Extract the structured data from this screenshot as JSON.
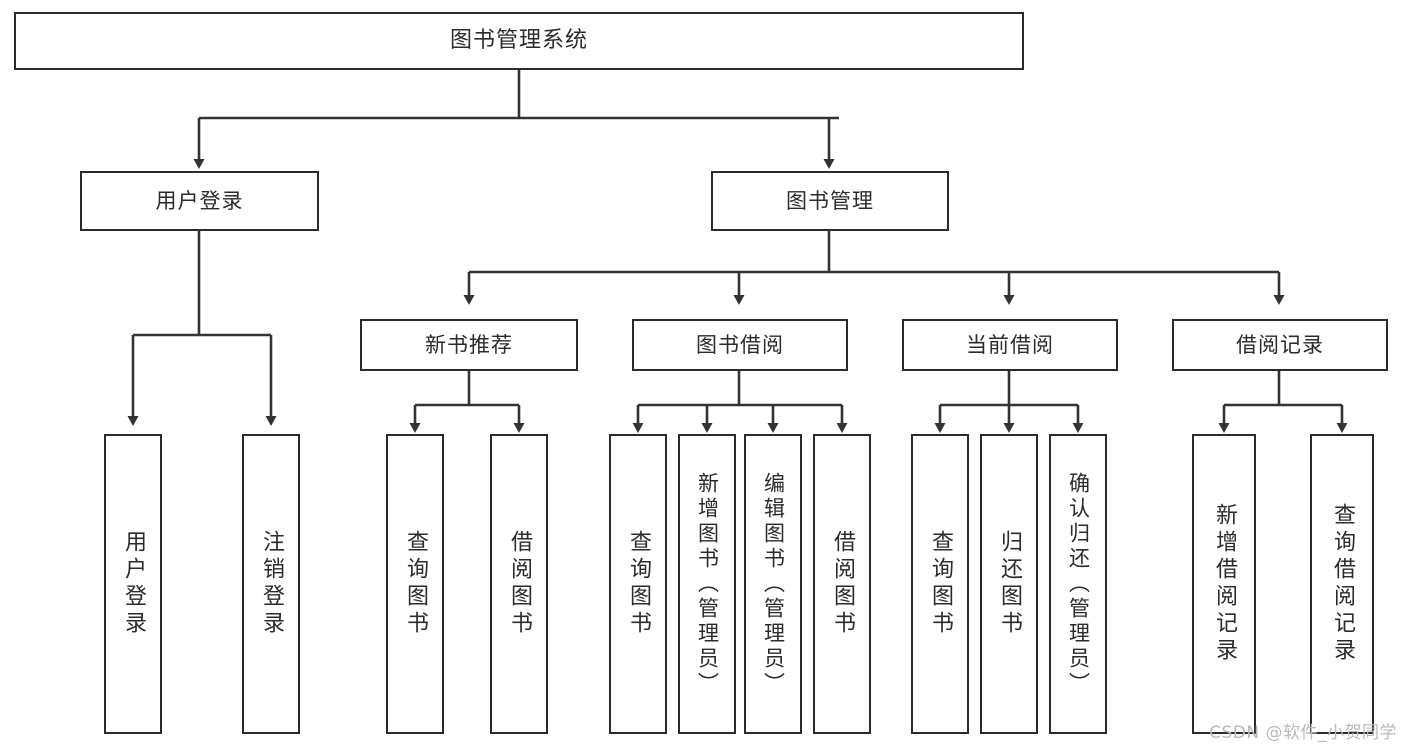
{
  "diagram": {
    "type": "tree",
    "title": "图书管理系统",
    "watermark": "CSDN @软件_小贺同学",
    "colors": {
      "box_border": "#2b2b2b",
      "box_fill": "#ffffff",
      "connector": "#333333",
      "background": "#ffffff",
      "watermark": "#b9b9b9"
    },
    "root": {
      "label": "图书管理系统"
    },
    "level1": [
      {
        "id": "user-login",
        "label": "用户登录"
      },
      {
        "id": "book-manage",
        "label": "图书管理"
      }
    ],
    "level2": [
      {
        "id": "new-book-recommend",
        "label": "新书推荐",
        "parent": "book-manage"
      },
      {
        "id": "book-borrow",
        "label": "图书借阅",
        "parent": "book-manage"
      },
      {
        "id": "current-borrow",
        "label": "当前借阅",
        "parent": "book-manage"
      },
      {
        "id": "borrow-record",
        "label": "借阅记录",
        "parent": "book-manage"
      }
    ],
    "leaves": {
      "user_login": [
        {
          "id": "leaf-user-login",
          "label": "用户登录"
        },
        {
          "id": "leaf-logout",
          "label": "注销登录"
        }
      ],
      "new_book_recommend": [
        {
          "id": "leaf-query-book-1",
          "label": "查询图书"
        },
        {
          "id": "leaf-borrow-book-1",
          "label": "借阅图书"
        }
      ],
      "book_borrow": [
        {
          "id": "leaf-query-book-2",
          "label": "查询图书"
        },
        {
          "id": "leaf-add-book",
          "label": "新增图书（管理员）"
        },
        {
          "id": "leaf-edit-book",
          "label": "编辑图书（管理员）"
        },
        {
          "id": "leaf-borrow-book-2",
          "label": "借阅图书"
        }
      ],
      "current_borrow": [
        {
          "id": "leaf-query-book-3",
          "label": "查询图书"
        },
        {
          "id": "leaf-return-book",
          "label": "归还图书"
        },
        {
          "id": "leaf-confirm-return",
          "label": "确认归还（管理员）"
        }
      ],
      "borrow_record": [
        {
          "id": "leaf-add-record",
          "label": "新增借阅记录"
        },
        {
          "id": "leaf-query-record",
          "label": "查询借阅记录"
        }
      ]
    }
  }
}
